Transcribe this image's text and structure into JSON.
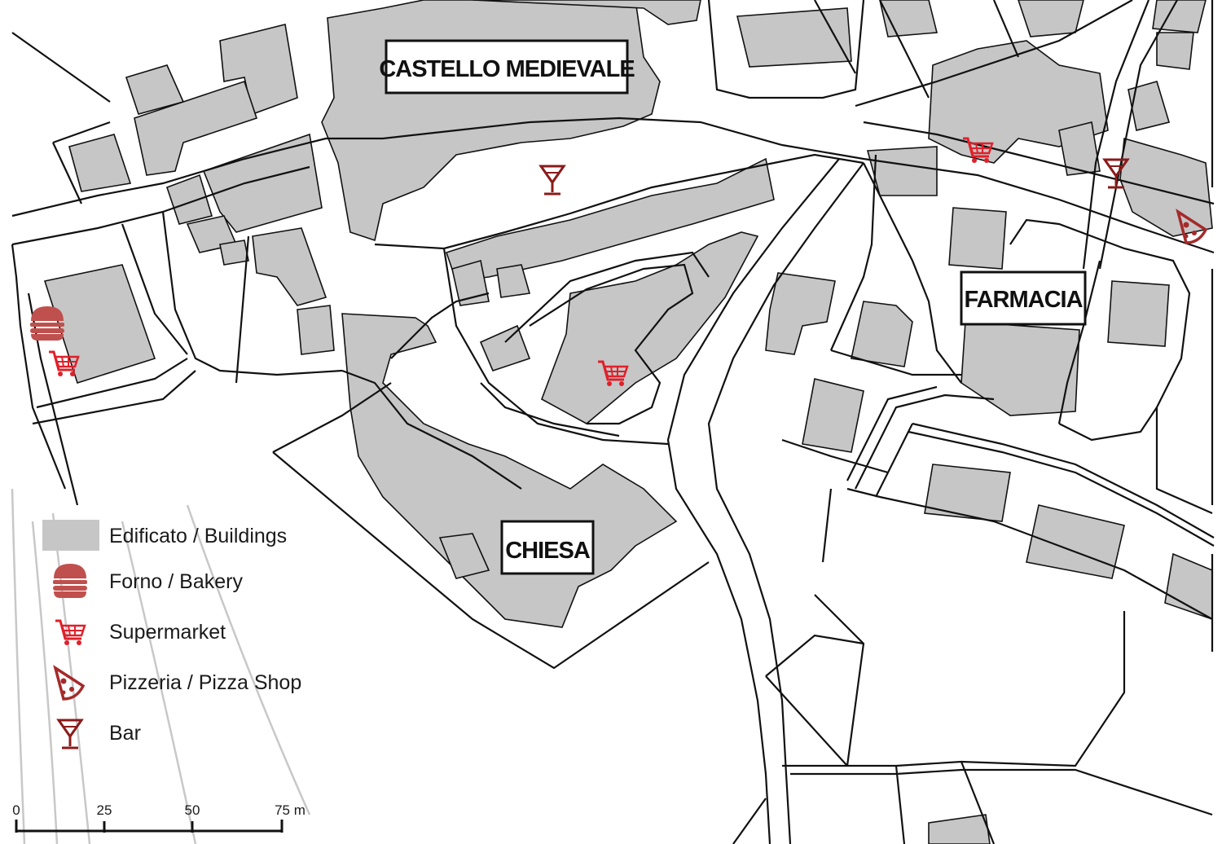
{
  "map": {
    "labels": {
      "castello": "CASTELLO MEDIEVALE",
      "farmacia": "FARMACIA",
      "chiesa": "CHIESA"
    },
    "colors": {
      "building_fill": "#c6c6c6",
      "outline": "#111111",
      "supermarket_icon": "#e0202a",
      "bakery_icon": "#c0504d",
      "pizza_icon": "#a52a2a",
      "bar_icon": "#8b1a1a",
      "contour": "#c8c8c8"
    },
    "icons": [
      "supermarket-icon",
      "bakery-icon",
      "pizza-icon",
      "bar-icon"
    ]
  },
  "legend": {
    "items": [
      {
        "icon": "building-swatch",
        "label": "Edificato / Buildings"
      },
      {
        "icon": "bakery-icon",
        "label": "Forno / Bakery"
      },
      {
        "icon": "supermarket-icon",
        "label": "Supermarket"
      },
      {
        "icon": "pizza-icon",
        "label": "Pizzeria / Pizza Shop"
      },
      {
        "icon": "bar-icon",
        "label": "Bar"
      }
    ]
  },
  "scale": {
    "ticks": [
      "0",
      "25",
      "50",
      "75 m"
    ]
  }
}
